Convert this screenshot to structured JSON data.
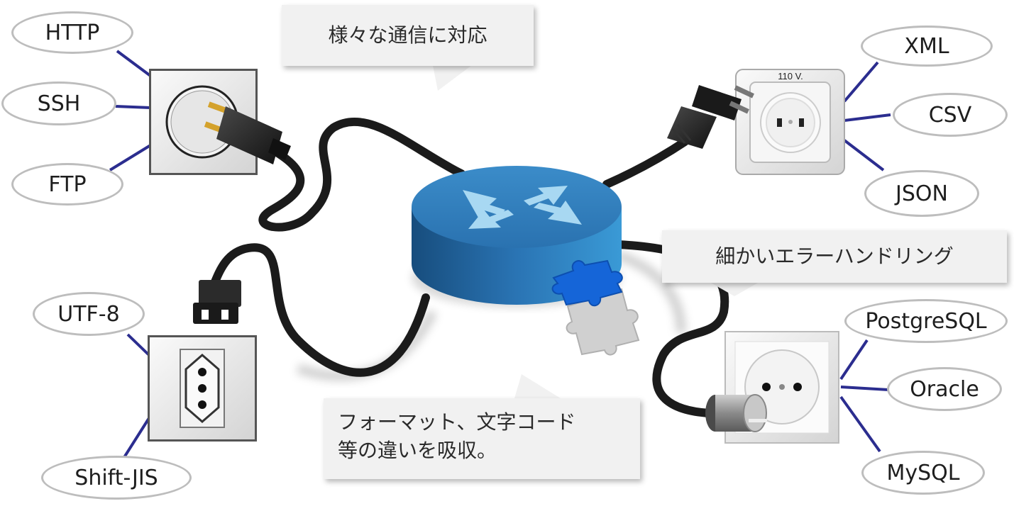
{
  "callouts": {
    "protocols": "様々な通信に対応",
    "error_handling": "細かいエラーハンドリング",
    "format": "フォーマット、文字コード\n等の違いを吸収。"
  },
  "labels": {
    "protocols": [
      "HTTP",
      "SSH",
      "FTP"
    ],
    "encodings": [
      "UTF-8",
      "Shift-JIS"
    ],
    "formats": [
      "XML",
      "CSV",
      "JSON"
    ],
    "databases": [
      "PostgreSQL",
      "Oracle",
      "MySQL"
    ]
  },
  "outlet_text": "110  V.",
  "colors": {
    "router_top": "#2f7fbd",
    "router_side": "#1f5d93",
    "arrows": "#a8d8f2",
    "puzzle": "#1565d8",
    "connector": "#2b2d8f",
    "cable": "#1b1b1b"
  },
  "icons": [
    "router-icon",
    "puzzle-piece-icon",
    "wall-socket-icon",
    "plug-icon",
    "speech-bubble-icon"
  ]
}
